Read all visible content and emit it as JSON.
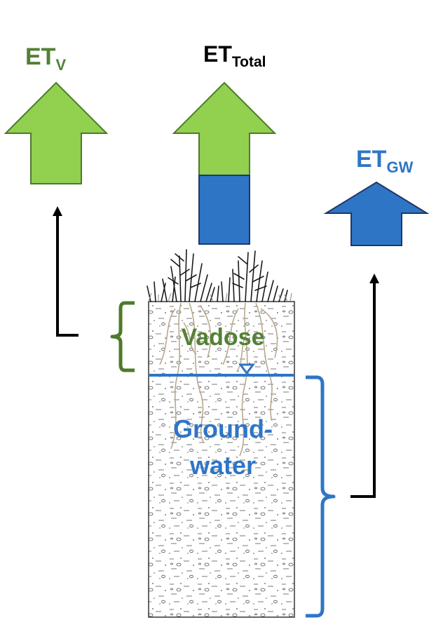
{
  "labels": {
    "et_v_main": "ET",
    "et_v_sub": "V",
    "et_total_main": "ET",
    "et_total_sub": "Total",
    "et_gw_main": "ET",
    "et_gw_sub": "GW",
    "vadose": "Vadose",
    "groundwater_line1": "Ground-",
    "groundwater_line2": "water"
  },
  "colors": {
    "green_fill": "#92d050",
    "green_stroke": "#4e7a2a",
    "green_text": "#538135",
    "blue_fill": "#2e75c6",
    "blue_stroke": "#1f3864",
    "blue_text": "#2e75c6",
    "black": "#000000"
  },
  "icons": {
    "plants": "grass-plant-icon",
    "water_table": "water-table-triangle-icon"
  }
}
